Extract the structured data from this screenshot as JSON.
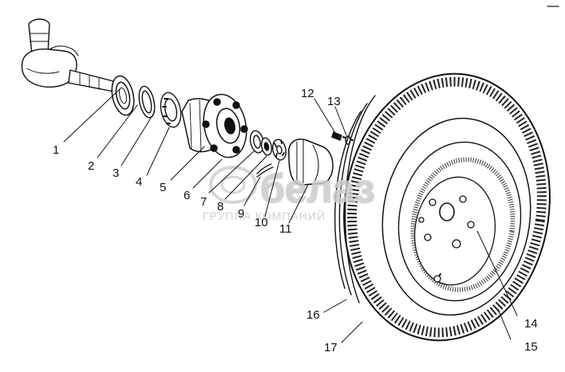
{
  "watermark": {
    "brand": "белаз",
    "subtitle": "ГРУППА КОМПАНИЙ"
  },
  "callouts": [
    {
      "id": "1",
      "label": "1"
    },
    {
      "id": "2",
      "label": "2"
    },
    {
      "id": "3",
      "label": "3"
    },
    {
      "id": "4",
      "label": "4"
    },
    {
      "id": "5",
      "label": "5"
    },
    {
      "id": "6",
      "label": "6"
    },
    {
      "id": "7",
      "label": "7"
    },
    {
      "id": "8",
      "label": "8"
    },
    {
      "id": "9",
      "label": "9"
    },
    {
      "id": "10",
      "label": "10"
    },
    {
      "id": "11",
      "label": "11"
    },
    {
      "id": "12",
      "label": "12"
    },
    {
      "id": "13",
      "label": "13"
    },
    {
      "id": "14",
      "label": "14"
    },
    {
      "id": "15",
      "label": "15"
    },
    {
      "id": "16",
      "label": "16"
    },
    {
      "id": "17",
      "label": "17"
    }
  ]
}
